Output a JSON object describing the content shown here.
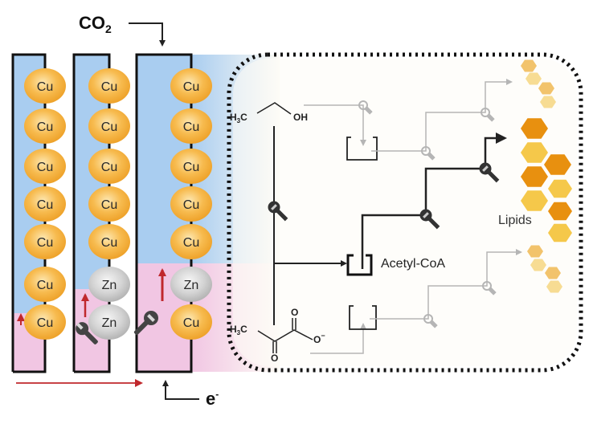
{
  "title": "CO2 electroreduction to lipids via acetyl-CoA",
  "inputs": {
    "co2_label": "CO",
    "co2_sub": "2",
    "electron_label": "e",
    "electron_sup": "-"
  },
  "electrodes": [
    {
      "name": "electrode-1",
      "metals": [
        "Cu",
        "Cu",
        "Cu",
        "Cu",
        "Cu",
        "Cu",
        "Cu"
      ]
    },
    {
      "name": "electrode-2",
      "metals": [
        "Cu",
        "Cu",
        "Cu",
        "Cu",
        "Cu",
        "Zn",
        "Zn"
      ]
    },
    {
      "name": "electrode-3",
      "metals": [
        "Cu",
        "Cu",
        "Cu",
        "Cu",
        "Cu",
        "Zn",
        "Cu"
      ]
    }
  ],
  "molecules": {
    "ethanol_left": "H",
    "ethanol_left_sub": "3",
    "ethanol_left_tail": "C",
    "ethanol_right": "OH",
    "pyruvate_left": "H",
    "pyruvate_left_sub": "3",
    "pyruvate_left_tail": "C",
    "pyruvate_o_top": "O",
    "pyruvate_o_bottom": "O",
    "pyruvate_o_minus": "O",
    "pyruvate_charge": "−"
  },
  "labels": {
    "acetyl_coa": "Acetyl-CoA",
    "lipids": "Lipids"
  },
  "colors": {
    "cu": "#f0a93a",
    "zn": "#c8c8c8",
    "blue_region": "#a9cdf0",
    "pink_region": "#f1c6e3",
    "arrow_red": "#c0282d",
    "lipid_dark": "#e8900f",
    "lipid_light": "#f5c84a"
  }
}
